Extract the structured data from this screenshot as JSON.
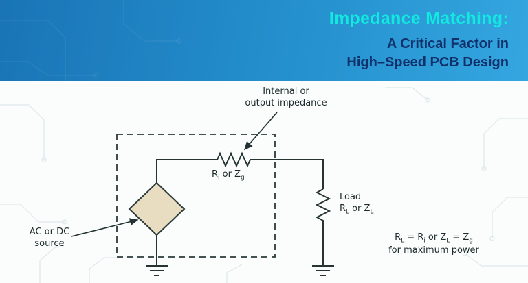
{
  "header": {
    "title": "Impedance Matching:",
    "subtitle_line1": "A Critical Factor in",
    "subtitle_line2": "High–Speed PCB Design",
    "title_color": "#12e9e1",
    "subtitle_color": "#11316b",
    "background_start": "#1a74b6",
    "background_end": "#34a6e0"
  },
  "diagram": {
    "impedance_note": {
      "line1": "Internal or",
      "line2": "output impedance"
    },
    "series_impedance": {
      "p1": "R",
      "s1": "i",
      "p2": " or Z",
      "s2": "g"
    },
    "load_label": {
      "line1": "Load",
      "p1": "R",
      "s1": "L",
      "p2": " or Z",
      "s2": "L"
    },
    "source_label": {
      "line1": "AC or DC",
      "line2": "source"
    },
    "formula": {
      "p1": "R",
      "s1": "L",
      "p2": " = R",
      "s2": "i",
      "p3": " or Z",
      "s3": "L",
      "p4": " = Z",
      "s4": "g",
      "line2": "for maximum power"
    },
    "colors": {
      "wire": "#263534",
      "source_fill": "#e8ddc0",
      "trace_decoration": "#c5d7dc"
    }
  }
}
